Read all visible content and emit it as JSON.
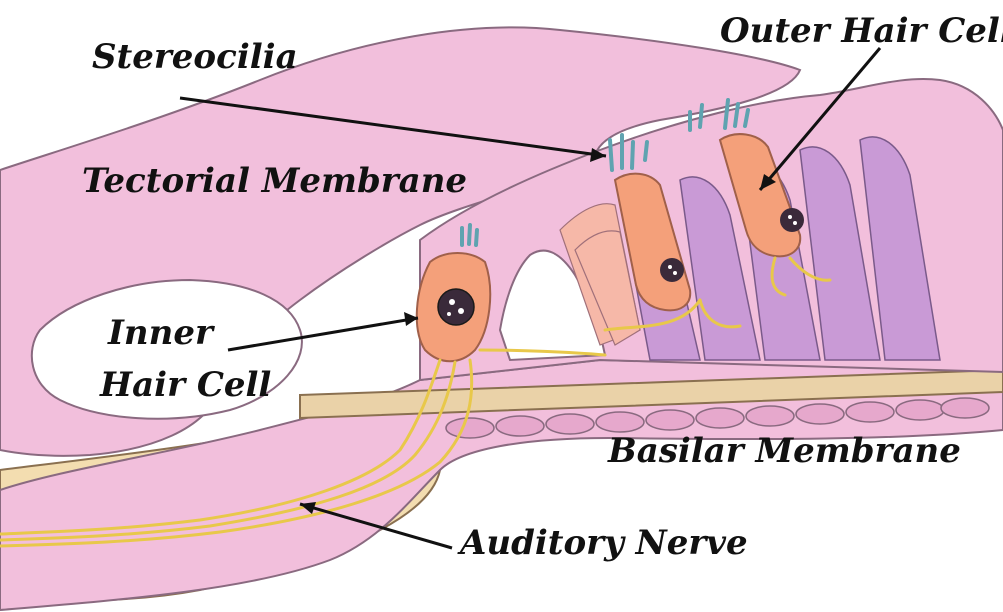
{
  "labels": {
    "stereocilia": "Stereocilia",
    "outer_hair_cell": "Outer Hair Cell",
    "tectorial_membrane": "Tectorial Membrane",
    "inner_hair_cell_line1": "Inner",
    "inner_hair_cell_line2": "Hair Cell",
    "basilar_membrane": "Basilar Membrane",
    "auditory_nerve": "Auditory Nerve"
  },
  "colors": {
    "tissue_pink": "#f2bfdc",
    "tissue_outline": "#8a6a80",
    "hair_cell_orange": "#f4a07a",
    "pillar_purple": "#c99ad6",
    "nerve_yellow": "#f6e38a",
    "bone_cream": "#f3ddb0",
    "stereocilia_teal": "#5fa3b0",
    "basilar_tan": "#ead2a8",
    "leader_line": "#111111"
  }
}
